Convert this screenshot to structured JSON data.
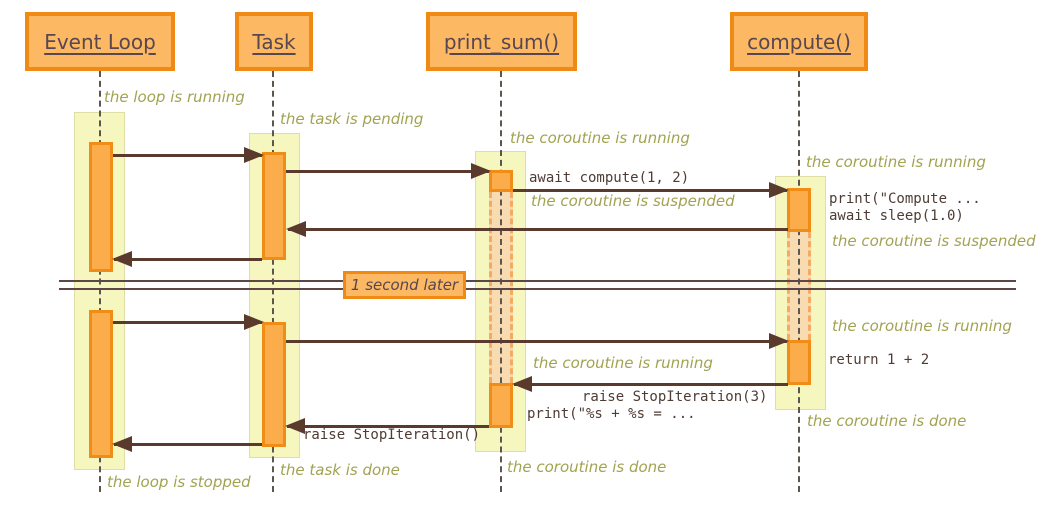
{
  "participants": [
    {
      "label": "Event Loop"
    },
    {
      "label": "Task"
    },
    {
      "label": "print_sum()"
    },
    {
      "label": "compute()"
    }
  ],
  "divider": {
    "label": "1 second later"
  },
  "state_labels": [
    {
      "owner": "event-loop",
      "text": "the loop is running"
    },
    {
      "owner": "task",
      "text": "the task is pending"
    },
    {
      "owner": "print_sum",
      "text": "the coroutine is running"
    },
    {
      "owner": "compute",
      "text": "the coroutine is running"
    },
    {
      "owner": "print_sum",
      "text": "the coroutine is suspended"
    },
    {
      "owner": "compute",
      "text": "the coroutine is suspended"
    },
    {
      "owner": "compute",
      "text": "the coroutine is running"
    },
    {
      "owner": "print_sum",
      "text": "the coroutine is running"
    },
    {
      "owner": "compute",
      "text": "the coroutine is done"
    },
    {
      "owner": "print_sum",
      "text": "the coroutine is done"
    },
    {
      "owner": "task",
      "text": "the task is done"
    },
    {
      "owner": "event-loop",
      "text": "the loop is stopped"
    }
  ],
  "messages": [
    {
      "text": "await compute(1, 2)"
    },
    {
      "text": "print(\"Compute ..."
    },
    {
      "text": "await sleep(1.0)"
    },
    {
      "text": "return 1 + 2"
    },
    {
      "text": "raise StopIteration(3)"
    },
    {
      "text": "print(\"%s + %s = ..."
    },
    {
      "text": "raise StopIteration()"
    }
  ],
  "colors": {
    "participant_fill": "#FCB862",
    "participant_border": "#F08A14",
    "participant_text": "#574751",
    "band_fill": "#F6F6BF",
    "band_border": "#DFDFA5",
    "activation_fill": "#FBAD4B",
    "activation_border": "#F18C16",
    "suspended_fill": "#F8DBB0",
    "suspended_border": "#F4AA60",
    "arrow": "#5B3A2E",
    "state_text": "#A2A352",
    "code_text": "#4E3C34",
    "divider_line": "#5C4646",
    "lifeline": "#5C564F"
  }
}
